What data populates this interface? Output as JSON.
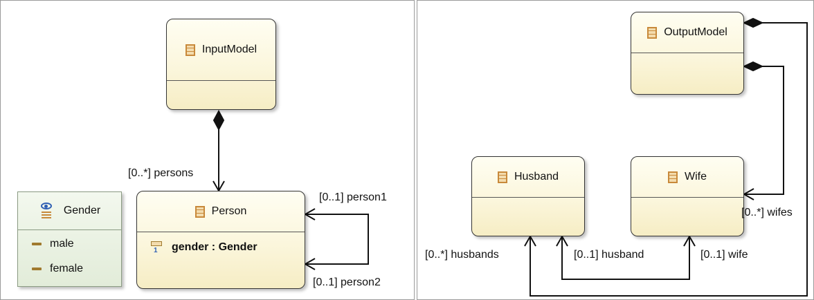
{
  "left_diagram": {
    "classes": {
      "input_model": {
        "name": "InputModel",
        "icon": "class-icon"
      },
      "person": {
        "name": "Person",
        "icon": "class-icon",
        "attribute": {
          "text": "gender : Gender",
          "multiplicity": "1",
          "icon": "attribute-icon"
        }
      }
    },
    "enumeration": {
      "name": "Gender",
      "icon": "enumeration-icon",
      "literals": [
        "male",
        "female"
      ]
    },
    "labels": {
      "persons": "[0..*] persons",
      "person1": "[0..1] person1",
      "person2": "[0..1] person2"
    }
  },
  "right_diagram": {
    "classes": {
      "output_model": {
        "name": "OutputModel",
        "icon": "class-icon"
      },
      "husband": {
        "name": "Husband",
        "icon": "class-icon"
      },
      "wife": {
        "name": "Wife",
        "icon": "class-icon"
      }
    },
    "labels": {
      "wifes": "[0..*] wifes",
      "husbands": "[0..*] husbands",
      "husband": "[0..1] husband",
      "wife": "[0..1] wife"
    }
  },
  "colors": {
    "class_fill": "#fbf6dc",
    "class_border": "#333333",
    "enum_fill": "#e2ecd9",
    "icon_accent": "#c8893a",
    "enum_icon_blue": "#2f5fb3"
  }
}
